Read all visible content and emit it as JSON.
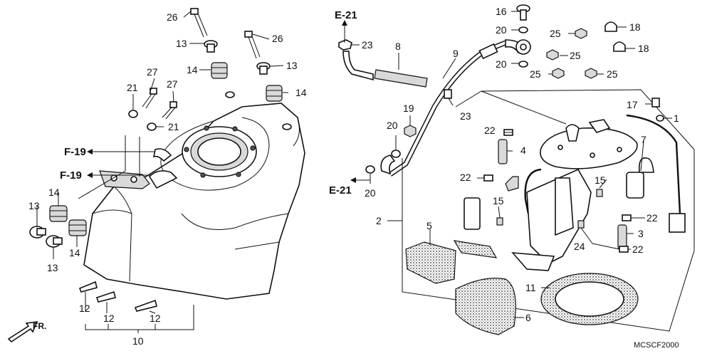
{
  "diagram_code": "MCSCF2000",
  "front_marker": "FR.",
  "references": [
    {
      "id": "ref-e21-top",
      "text": "E-21"
    },
    {
      "id": "ref-e21-left",
      "text": "E-21"
    },
    {
      "id": "ref-f19-upper",
      "text": "F-19"
    },
    {
      "id": "ref-f19-lower",
      "text": "F-19"
    }
  ],
  "callouts": [
    {
      "id": "c26a",
      "text": "26"
    },
    {
      "id": "c13a",
      "text": "13"
    },
    {
      "id": "c26b",
      "text": "26"
    },
    {
      "id": "c14a",
      "text": "14"
    },
    {
      "id": "c13b",
      "text": "13"
    },
    {
      "id": "c14b",
      "text": "14"
    },
    {
      "id": "c27a",
      "text": "27"
    },
    {
      "id": "c21a",
      "text": "21"
    },
    {
      "id": "c27b",
      "text": "27"
    },
    {
      "id": "c21b",
      "text": "21"
    },
    {
      "id": "c14c",
      "text": "14"
    },
    {
      "id": "c13c",
      "text": "13"
    },
    {
      "id": "c14d",
      "text": "14"
    },
    {
      "id": "c13d",
      "text": "13"
    },
    {
      "id": "c12a",
      "text": "12"
    },
    {
      "id": "c12b",
      "text": "12"
    },
    {
      "id": "c12c",
      "text": "12"
    },
    {
      "id": "c10",
      "text": "10"
    },
    {
      "id": "c23a",
      "text": "23"
    },
    {
      "id": "c8",
      "text": "8"
    },
    {
      "id": "c9",
      "text": "9"
    },
    {
      "id": "c16",
      "text": "16"
    },
    {
      "id": "c20a",
      "text": "20"
    },
    {
      "id": "c20b",
      "text": "20"
    },
    {
      "id": "c25a",
      "text": "25"
    },
    {
      "id": "c25b",
      "text": "25"
    },
    {
      "id": "c25c",
      "text": "25"
    },
    {
      "id": "c25d",
      "text": "25"
    },
    {
      "id": "c18a",
      "text": "18"
    },
    {
      "id": "c18b",
      "text": "18"
    },
    {
      "id": "c19",
      "text": "19"
    },
    {
      "id": "c23b",
      "text": "23"
    },
    {
      "id": "c20c",
      "text": "20"
    },
    {
      "id": "c20d",
      "text": "20"
    },
    {
      "id": "c17",
      "text": "17"
    },
    {
      "id": "c1",
      "text": "1"
    },
    {
      "id": "c22a",
      "text": "22"
    },
    {
      "id": "c4",
      "text": "4"
    },
    {
      "id": "c7",
      "text": "7"
    },
    {
      "id": "c22b",
      "text": "22"
    },
    {
      "id": "c15a",
      "text": "15"
    },
    {
      "id": "c2",
      "text": "2"
    },
    {
      "id": "c15b",
      "text": "15"
    },
    {
      "id": "c22c",
      "text": "22"
    },
    {
      "id": "c3",
      "text": "3"
    },
    {
      "id": "c5",
      "text": "5"
    },
    {
      "id": "c24",
      "text": "24"
    },
    {
      "id": "c22d",
      "text": "22"
    },
    {
      "id": "c11",
      "text": "11"
    },
    {
      "id": "c6",
      "text": "6"
    }
  ]
}
